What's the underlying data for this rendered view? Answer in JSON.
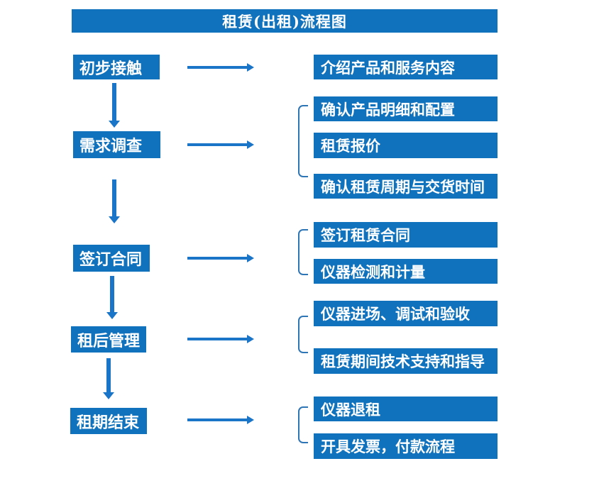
{
  "title": "租赁(出租)流程图",
  "colors": {
    "box_fill": "#1072BC",
    "arrow": "#1A75C8",
    "bracket": "#2E75B6",
    "text": "#FFFFFF",
    "background": "#FFFFFF"
  },
  "icons": {
    "right_arrow": "css-triangle-right",
    "down_arrow": "css-triangle-down",
    "group_bracket": "left-square-bracket"
  },
  "stages": [
    {
      "label": "初步接触",
      "outputs": [
        "介绍产品和服务内容"
      ]
    },
    {
      "label": "需求调查",
      "outputs": [
        "确认产品明细和配置",
        "租赁报价",
        "确认租赁周期与交货时间"
      ]
    },
    {
      "label": "签订合同",
      "outputs": [
        "签订租赁合同",
        "仪器检测和计量"
      ]
    },
    {
      "label": "租后管理",
      "outputs": [
        "仪器进场、调试和验收",
        "租赁期间技术支持和指导"
      ]
    },
    {
      "label": "租期结束",
      "outputs": [
        "仪器退租",
        "开具发票，付款流程"
      ]
    }
  ]
}
